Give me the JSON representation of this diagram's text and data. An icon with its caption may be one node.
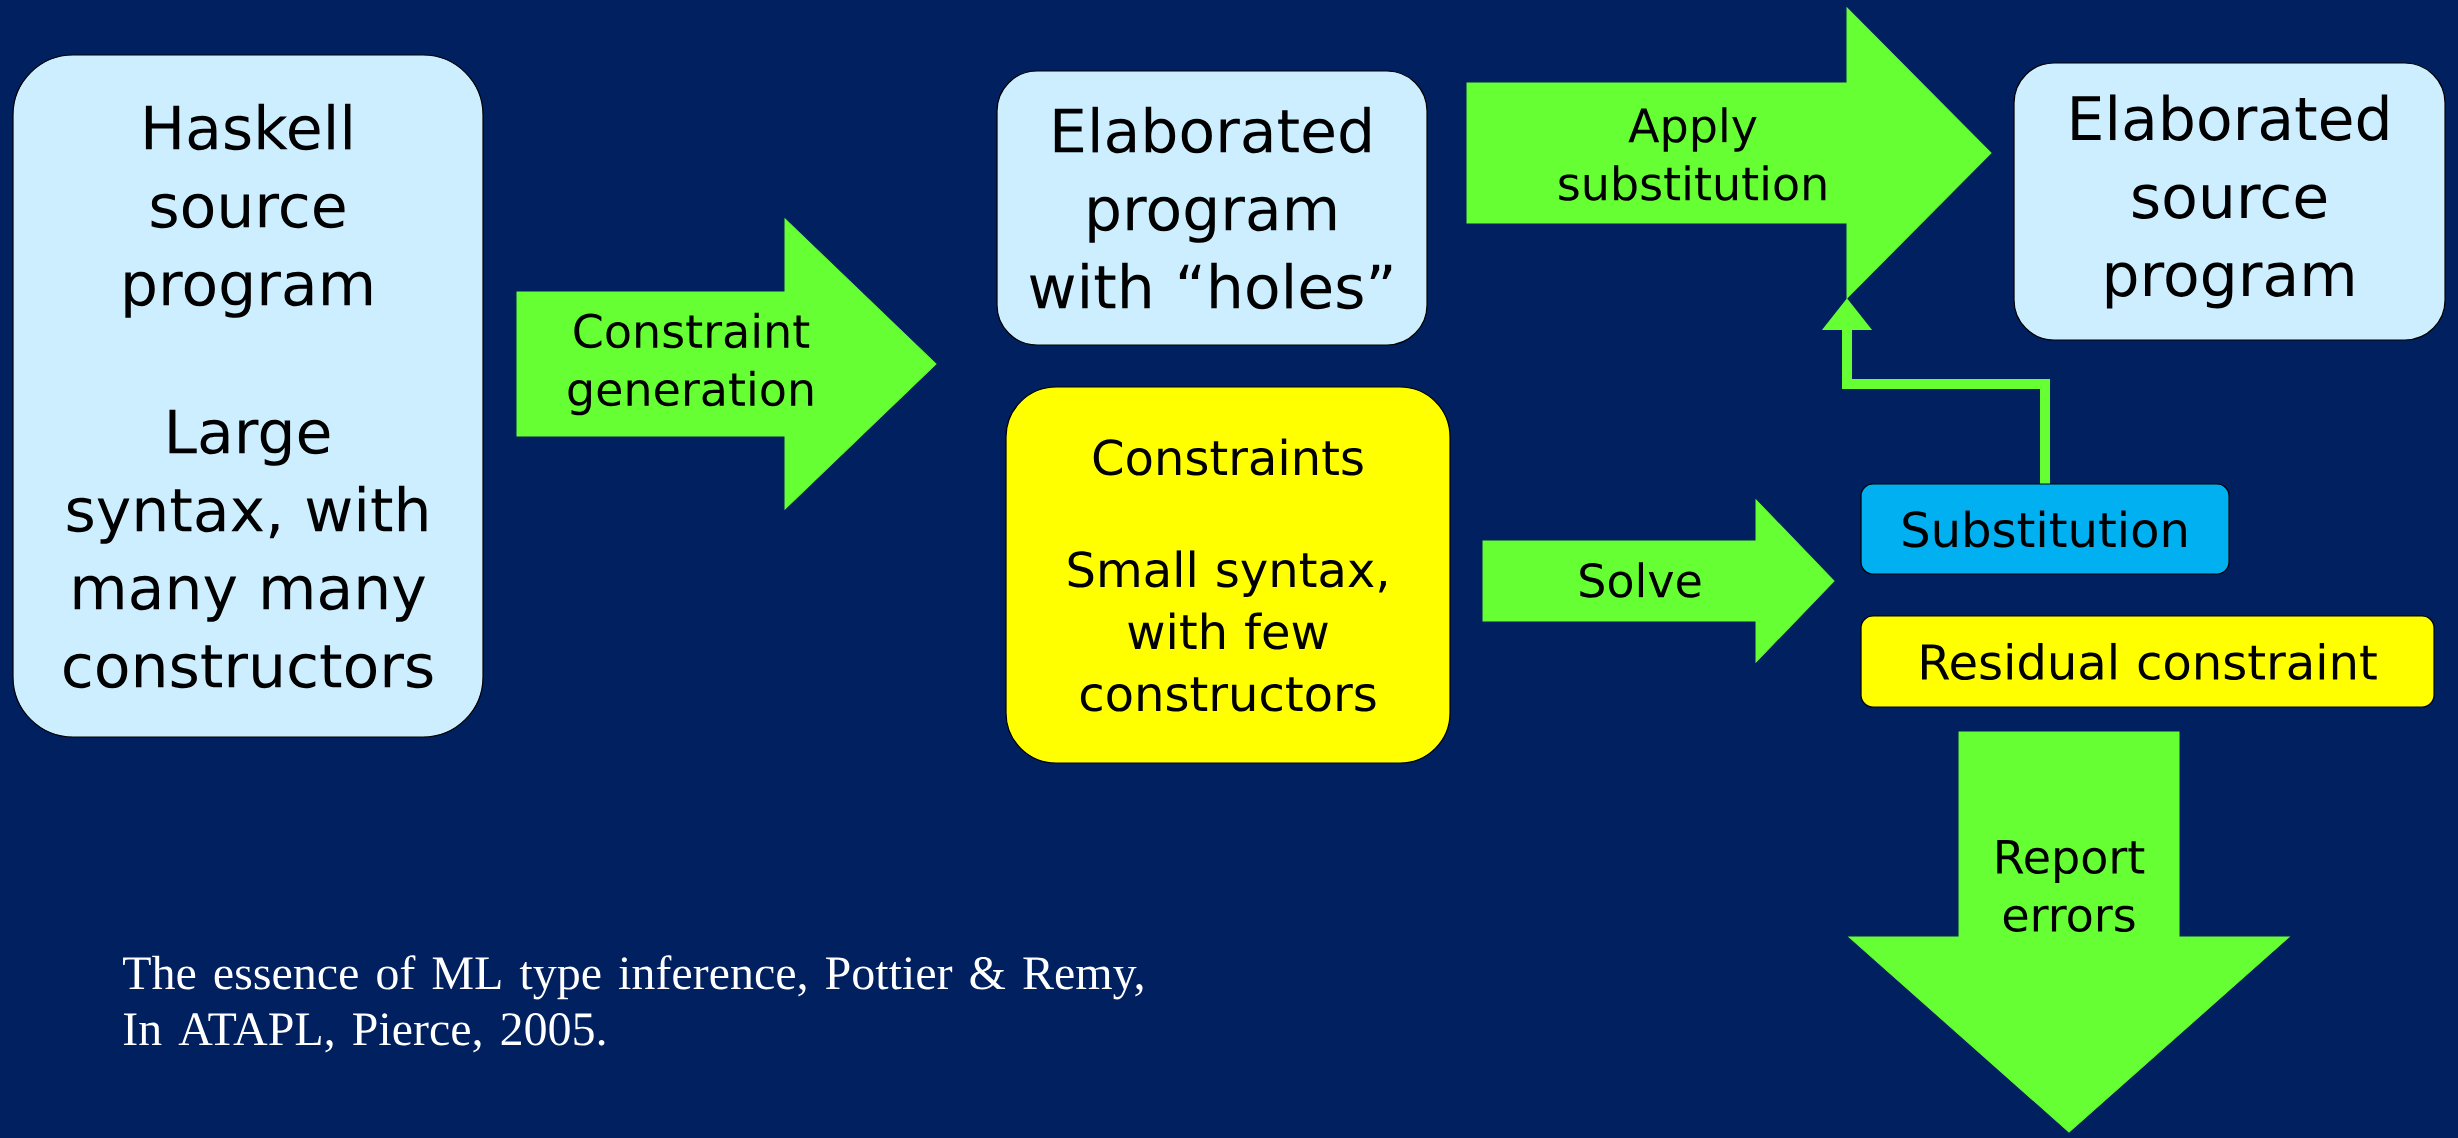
{
  "diagram": {
    "nodes": [
      {
        "text": [
          "Haskell source program",
          "Large syntax, with many many constructors"
        ]
      },
      {
        "text": [
          "Elaborated program with “holes”"
        ]
      },
      {
        "text": [
          "Constraints",
          "Small syntax, with few constructors"
        ]
      },
      {
        "text": [
          "Elaborated source program"
        ]
      },
      {
        "text": [
          "Substitution"
        ]
      },
      {
        "text": [
          "Residual constraint"
        ]
      }
    ],
    "edges": [
      {
        "from": 0,
        "to": null,
        "arrow": "to",
        "label": "Constraint generation"
      },
      {
        "from": 1,
        "to": 3,
        "arrow": "to",
        "label": "Apply substitution"
      },
      {
        "from": 2,
        "to": null,
        "arrow": "to",
        "label": "Solve"
      },
      {
        "from": 4,
        "to": null,
        "arrow": "to"
      },
      {
        "from": 5,
        "to": null,
        "arrow": "to",
        "label": "Report errors"
      }
    ],
    "labels": [
      "The essence of ML type inference, Pottier & Remy, In ATAPL, Pierce, 2005."
    ]
  }
}
